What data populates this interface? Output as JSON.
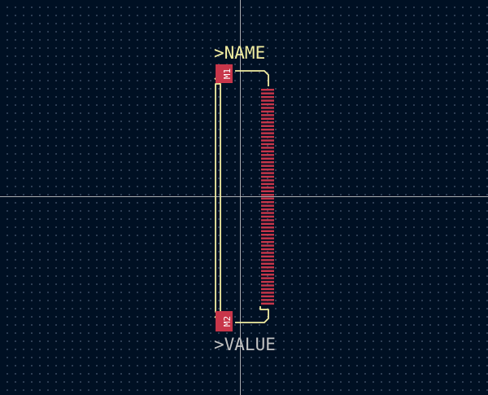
{
  "footprint": {
    "name_text": ">NAME",
    "value_text": ">VALUE",
    "mount_pad_top_label": "M1",
    "mount_pad_bottom_label": "M2",
    "signal_pad_count": 60
  },
  "colors": {
    "background": "#001023",
    "grid_dot": "#3a4a62",
    "crosshair": "#c8c8c8",
    "silkscreen": "#f2eda1",
    "fab_text": "#c2c2c2",
    "pad": "#c8364a",
    "pad_label": "#ffffff"
  }
}
